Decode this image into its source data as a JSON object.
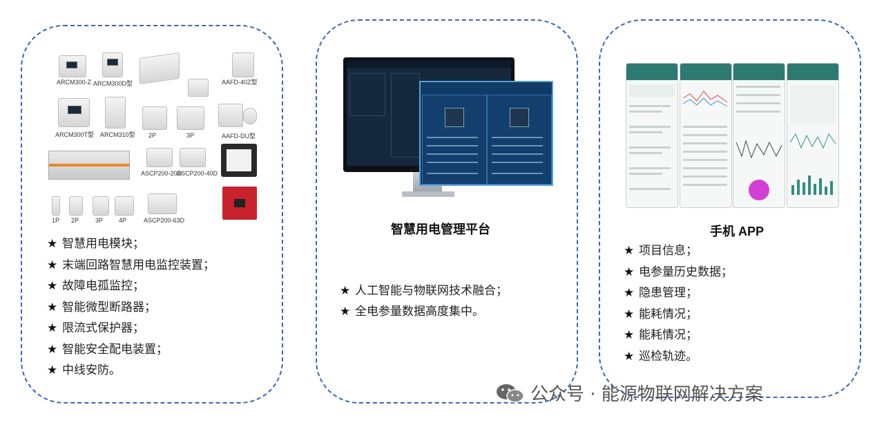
{
  "left_panel": {
    "devices": [
      "ARCM300-Z",
      "ARCM300D型",
      "AAFD-40Z型",
      "ARCM300T型",
      "ARCM310型",
      "2P",
      "3P",
      "AAFD-DU型",
      "ASCP200-20D",
      "ASCP200-40D",
      "1P",
      "2P",
      "3P",
      "4P",
      "ASCP200-63D"
    ],
    "items": [
      "智慧用电模块；",
      "末端回路智慧用电监控装置；",
      "故障电孤监控；",
      "智能微型断路器；",
      "限流式保护器；",
      "智能安全配电装置；",
      "中线安防。"
    ]
  },
  "center_panel": {
    "title": "智慧用电管理平台",
    "items": [
      "人工智能与物联网技术融合；",
      "全电参量数据高度集中。"
    ]
  },
  "right_panel": {
    "title": "手机 APP",
    "items": [
      "项目信息；",
      "电参量历史数据；",
      "隐患管理；",
      "能耗情况；",
      "能耗情况；",
      "巡检轨迹。"
    ]
  },
  "bullet_symbol": "★",
  "watermark": "公众号 · 能源物联网解决方案",
  "colors": {
    "dashed_border": "#3a64b8",
    "app_header": "#2c7a72",
    "platform_screen": "#16283c"
  }
}
